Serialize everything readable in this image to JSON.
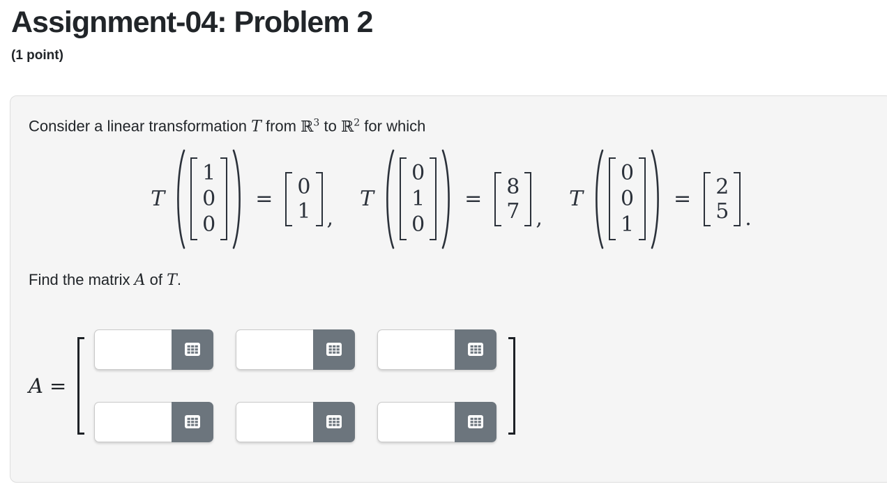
{
  "header": {
    "title": "Assignment-04: Problem 2",
    "points": "(1 point)"
  },
  "problem": {
    "intro": {
      "before": "Consider a linear transformation",
      "T": "T",
      "from_word": "from",
      "r_symbol": "ℝ",
      "domain_power": "3",
      "to_word": "to",
      "r_symbol2": "ℝ",
      "codomain_power": "2",
      "after": "for which"
    },
    "find": {
      "before": "Find the matrix",
      "A": "A",
      "of_word": "of",
      "T": "T",
      "period": "."
    }
  },
  "equations": [
    {
      "fn": "T",
      "input": [
        "1",
        "0",
        "0"
      ],
      "equals": "=",
      "output": [
        "0",
        "1"
      ],
      "punct": ","
    },
    {
      "fn": "T",
      "input": [
        "0",
        "1",
        "0"
      ],
      "equals": "=",
      "output": [
        "8",
        "7"
      ],
      "punct": ","
    },
    {
      "fn": "T",
      "input": [
        "0",
        "0",
        "1"
      ],
      "equals": "=",
      "output": [
        "2",
        "5"
      ],
      "punct": "."
    }
  ],
  "answer": {
    "label": "A",
    "equals": "=",
    "rows": 2,
    "cols": 3,
    "cell_values": [
      "",
      "",
      "",
      "",
      "",
      ""
    ]
  },
  "icons": {
    "keypad": "keypad-grid-icon"
  },
  "colors": {
    "button_gray": "#6c757d",
    "card_bg": "#f5f5f5",
    "card_border": "#dddddd",
    "text": "#212529"
  }
}
